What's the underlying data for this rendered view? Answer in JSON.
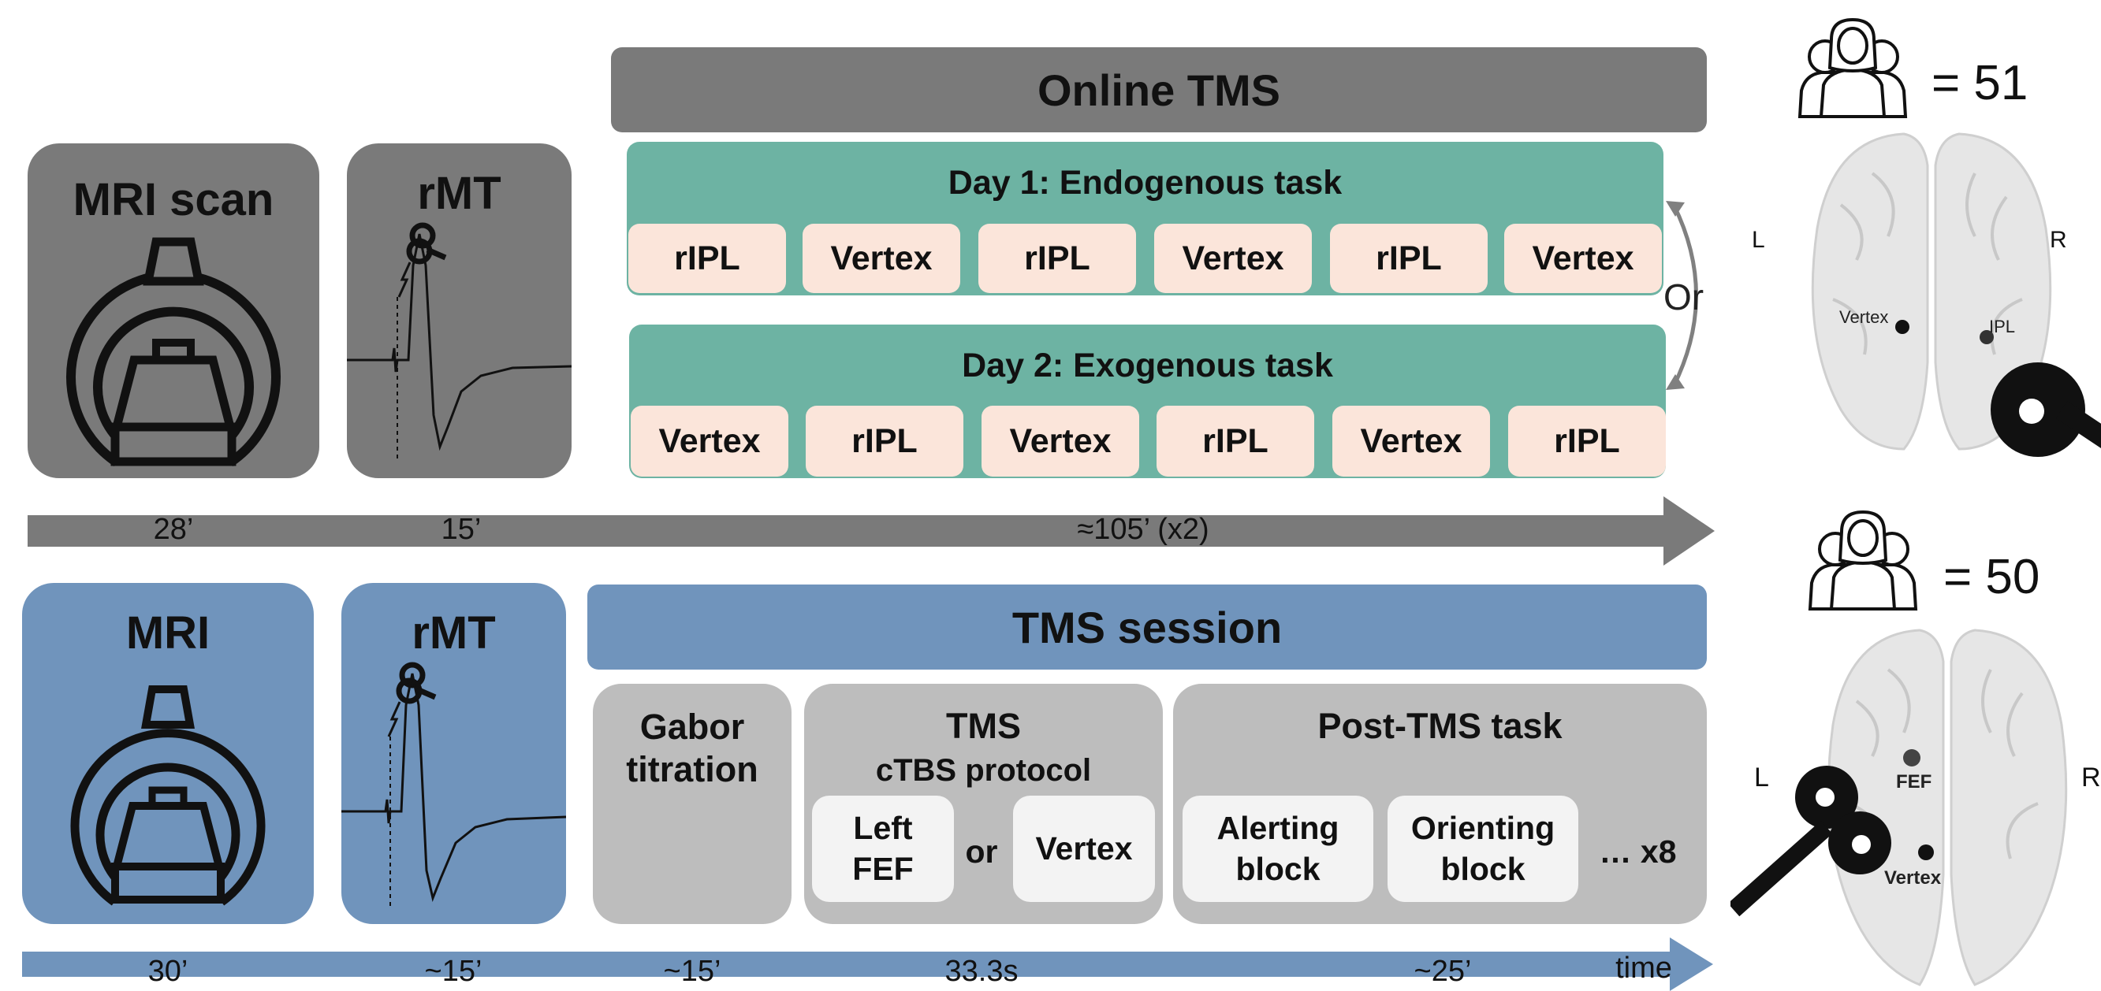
{
  "top": {
    "mri_title": "MRI scan",
    "rmt_title": "rMT",
    "online_title": "Online TMS",
    "day1": {
      "title": "Day 1: Endogenous task",
      "cells": [
        "rIPL",
        "Vertex",
        "rIPL",
        "Vertex",
        "rIPL",
        "Vertex"
      ]
    },
    "day2": {
      "title": "Day 2: Exogenous task",
      "cells": [
        "Vertex",
        "rIPL",
        "Vertex",
        "rIPL",
        "Vertex",
        "rIPL"
      ]
    },
    "or_label": "Or",
    "timeline": [
      "28’",
      "15’",
      "≈105’ (x2)"
    ],
    "participants": "= 51",
    "brain": {
      "left": "L",
      "right": "R",
      "vertex": "Vertex",
      "ipl": "IPL"
    }
  },
  "bottom": {
    "mri_title": "MRI",
    "rmt_title": "rMT",
    "session_title": "TMS session",
    "gabor_title": "Gabor\ntitration",
    "tms_title": "TMS",
    "tms_subtitle": "cTBS protocol",
    "left_fef": "Left\nFEF",
    "or_label": "or",
    "vertex": "Vertex",
    "post_title": "Post-TMS task",
    "alerting": "Alerting\nblock",
    "orienting": "Orienting\nblock",
    "repeat": "… x8",
    "timeline": [
      "30’",
      "~15’",
      "~15’",
      "33.3s",
      "~25’",
      "time"
    ],
    "participants": "= 50",
    "brain": {
      "left": "L",
      "right": "R",
      "fef": "FEF",
      "vertex": "Vertex"
    }
  },
  "colors": {
    "gray_dark": "#7a7a7a",
    "teal": "#6db3a3",
    "peach": "#fbe5da",
    "blue": "#7094bc",
    "gray_light": "#bdbdbd"
  }
}
